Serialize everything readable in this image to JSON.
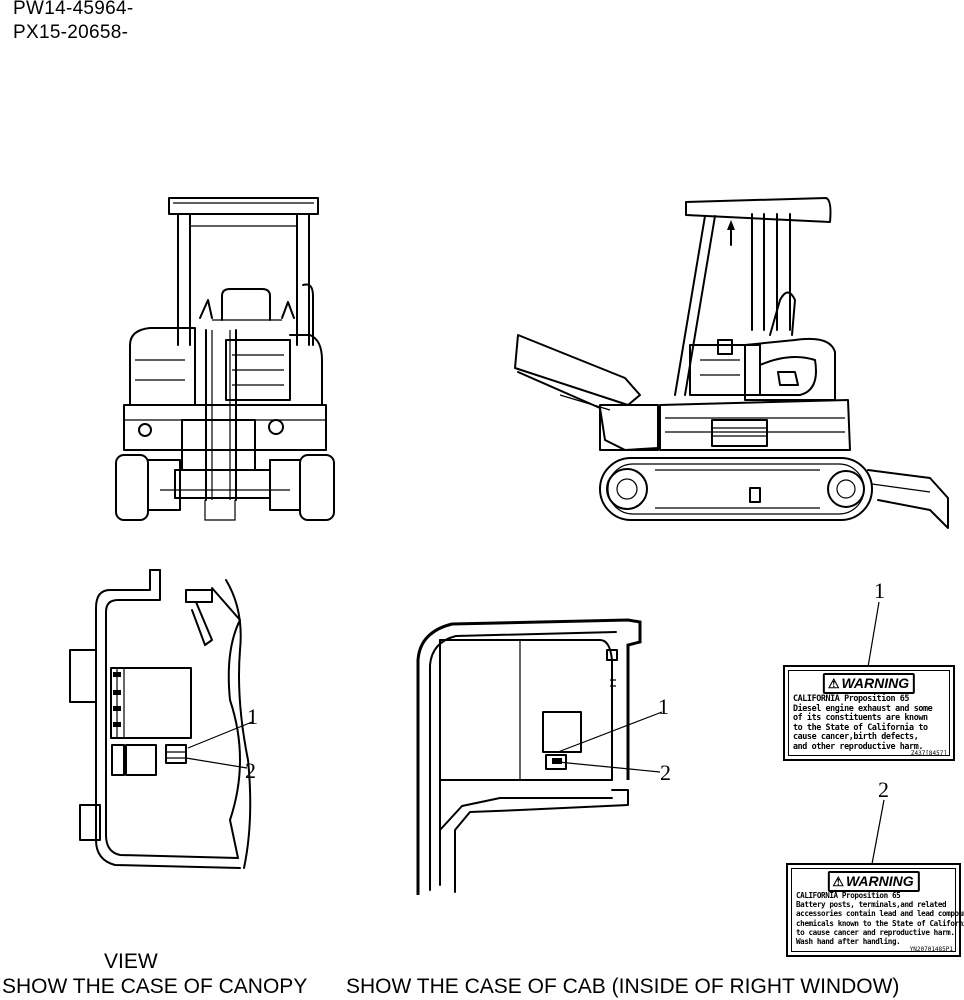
{
  "serials": [
    "PW14-45964-",
    "PX15-20658-"
  ],
  "captions": {
    "view": "VIEW",
    "canopy": "SHOW THE CASE OF CANOPY",
    "cab": "SHOW THE CASE OF CAB (INSIDE OF RIGHT WINDOW)"
  },
  "callouts": {
    "canopy_1": "1",
    "canopy_2": "2",
    "cab_1": "1",
    "cab_2": "2",
    "label_1": "1",
    "label_2": "2"
  },
  "labels": [
    {
      "heading": "WARNING",
      "body": "CALIFORNIA Proposition 65\nDiesel engine exhaust and some\nof its constituents are known\nto the State of California to\ncause cancer,birth defects,\nand other reproductive harm.",
      "code": "Z437[8457]"
    },
    {
      "heading": "WARNING",
      "body": "CALIFORNIA Proposition 65\nBattery posts, terminals,and related\naccessories contain lead and lead compounds,\nchemicals known to the State of California\nto cause cancer and reproductive harm.\nWash hand after handling.",
      "code": "YN20701485P1"
    }
  ],
  "colors": {
    "line": "#000000",
    "background": "#ffffff"
  }
}
